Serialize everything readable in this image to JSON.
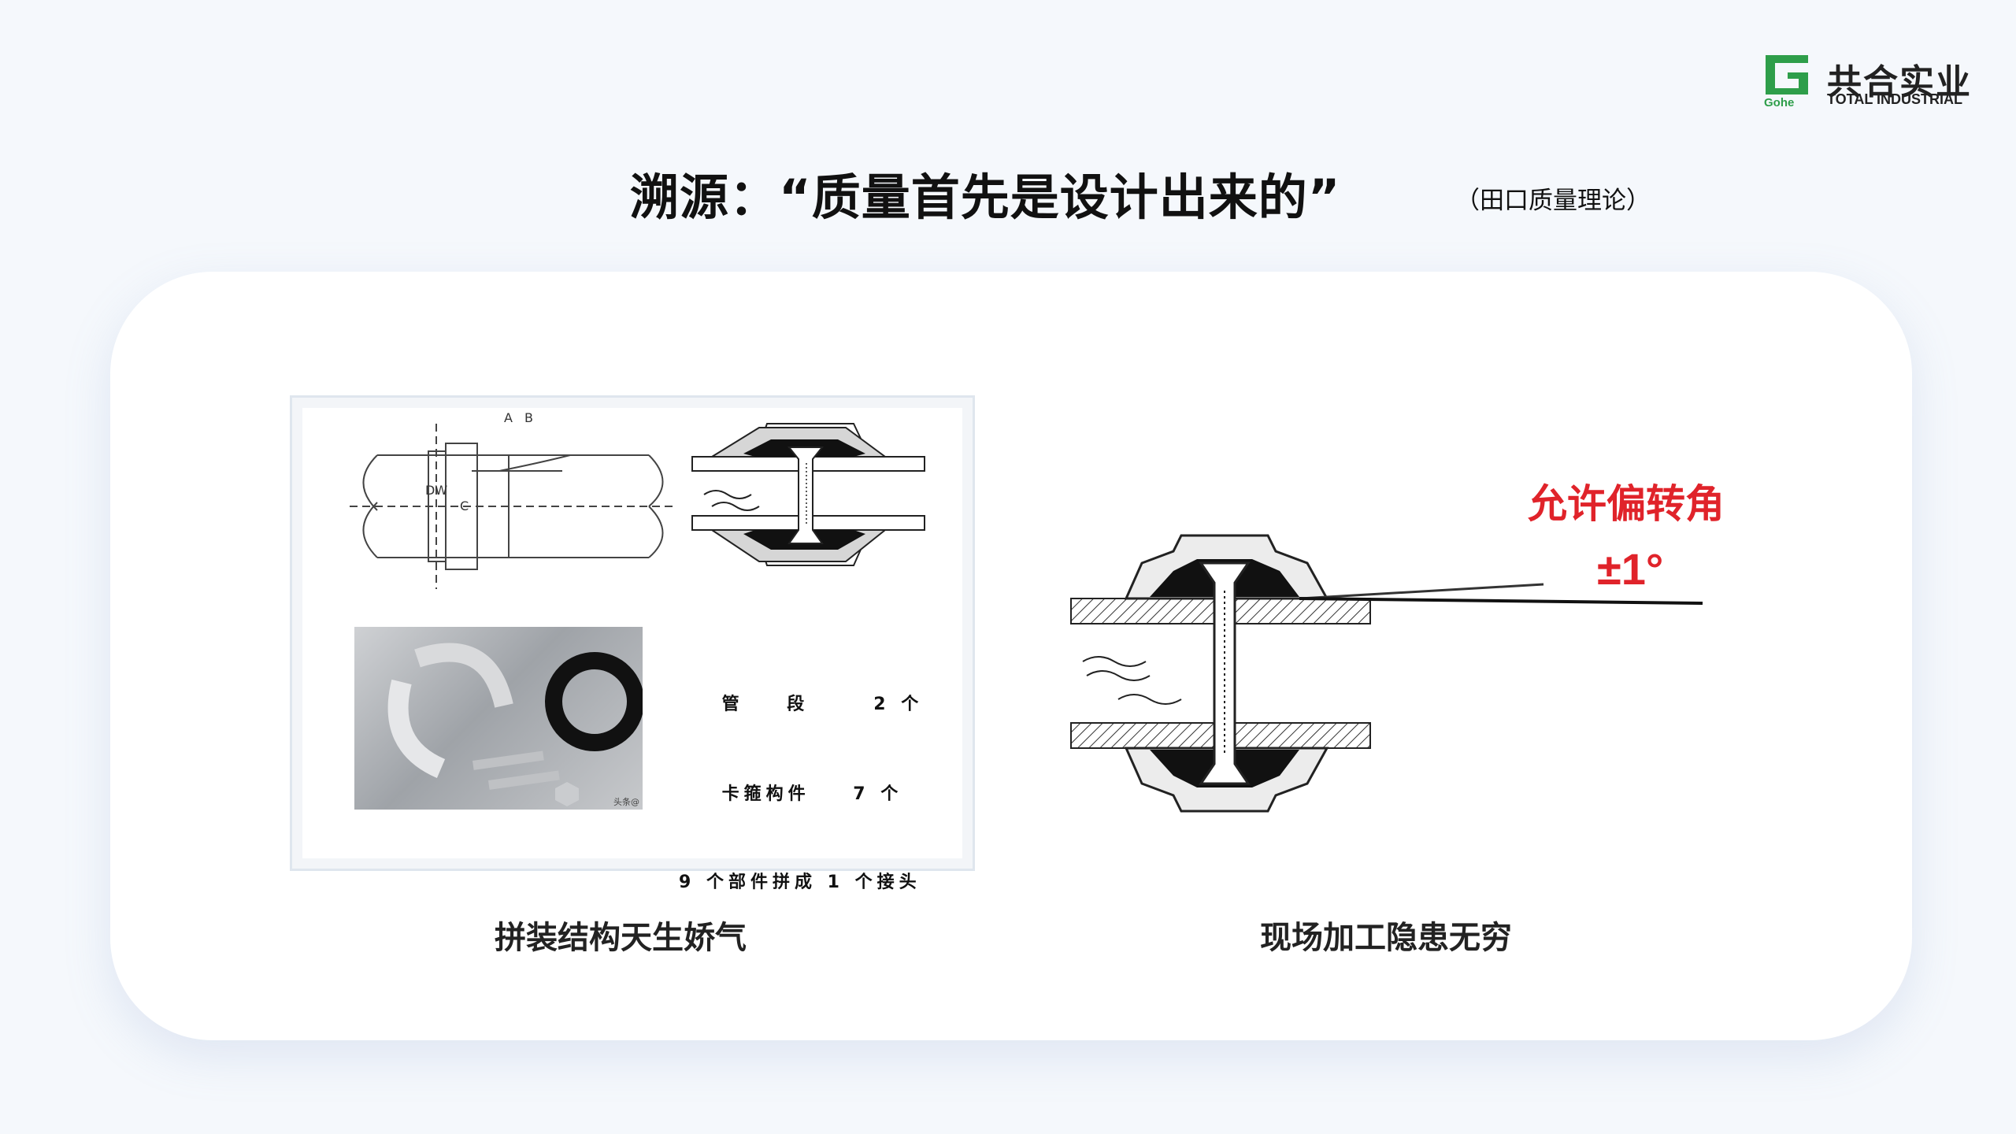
{
  "brand": {
    "mark_text": "Gohe",
    "name_cn": "共合实业",
    "name_en": "TOTAL INDUSTRIAL",
    "color": "#2e9e4a"
  },
  "heading": {
    "title": "溯源：“质量首先是设计出来的”",
    "subtitle": "（田口质量理论）"
  },
  "left_panel": {
    "diagram_labels": {
      "a": "A",
      "b": "B",
      "dw": "DW",
      "c": "C"
    },
    "parts": [
      {
        "name": "管    段",
        "count": "2 个"
      },
      {
        "name": "卡箍构件",
        "count": "7 个"
      }
    ],
    "summary": "9 个部件拼成 1 个接头",
    "photo_watermark": "头条@",
    "caption": "拼装结构天生娇气"
  },
  "right_panel": {
    "angle_label": "允许偏转角",
    "angle_value": "±1°",
    "caption": "现场加工隐患无穷"
  },
  "colors": {
    "accent_red": "#e0232a",
    "card": "#ffffff",
    "background": "#f5f8fc"
  }
}
